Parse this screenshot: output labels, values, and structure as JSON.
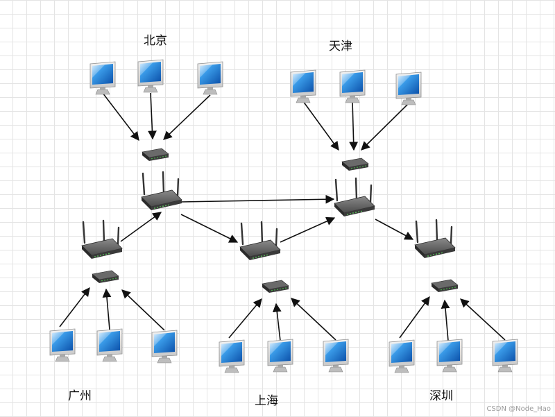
{
  "labels": {
    "beijing": "北京",
    "tianjin": "天津",
    "guangzhou": "广州",
    "shanghai": "上海",
    "shenzhen": "深圳"
  },
  "watermark": "CSDN @Node_Hao"
}
